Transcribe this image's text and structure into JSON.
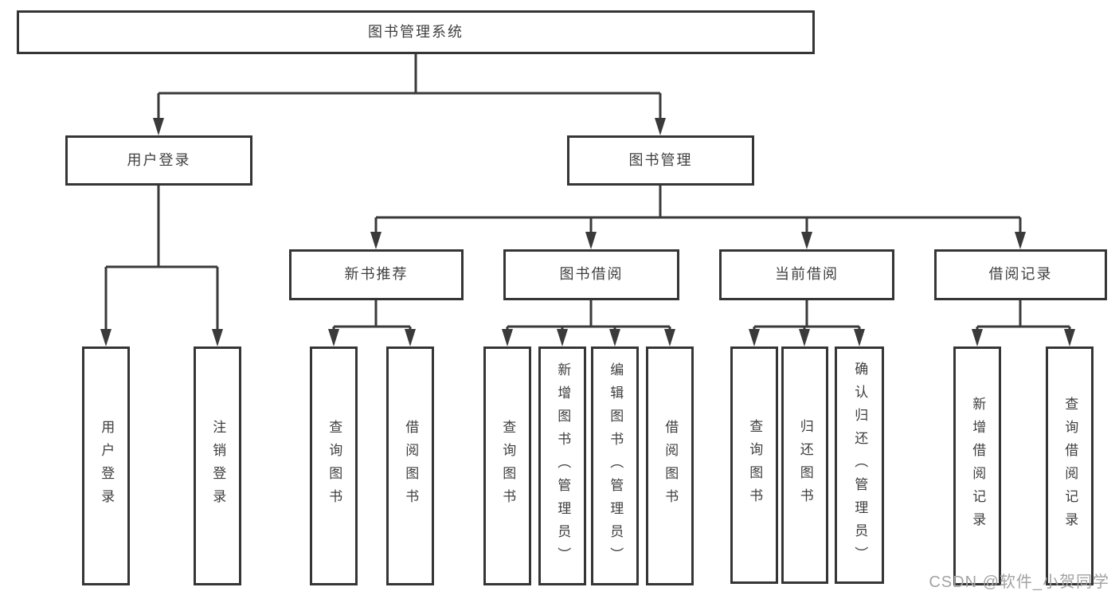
{
  "diagram": {
    "nodes": {
      "root": "图书管理系统",
      "user_login": "用户登录",
      "book_management": "图书管理",
      "new_book_recommendation": "新书推荐",
      "book_borrowing": "图书借阅",
      "current_borrowing": "当前借阅",
      "borrowing_records": "借阅记录",
      "user_login_action": "用户登录",
      "logout": "注销登录",
      "query_books_1": "查询图书",
      "borrow_books_1": "借阅图书",
      "query_books_2": "查询图书",
      "add_books_admin": "新增图书（管理员）",
      "edit_books_admin": "编辑图书（管理员）",
      "borrow_books_2": "借阅图书",
      "query_books_3": "查询图书",
      "return_books": "归还图书",
      "confirm_return_admin": "确认归还（管理员）",
      "add_borrow_record": "新增借阅记录",
      "query_borrow_record": "查询借阅记录"
    }
  },
  "watermark": {
    "text": "CSDN @软件_小贺同学"
  },
  "colors": {
    "line": "#3a3a3a",
    "border": "#353535",
    "text": "#3f3f3f",
    "watermark": "#a3a3a3",
    "bg": "#ffffff"
  }
}
